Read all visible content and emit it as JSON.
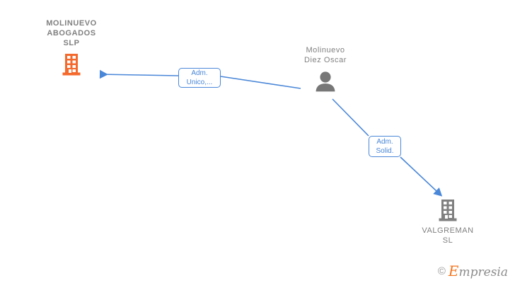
{
  "diagram": {
    "type": "corporate-relationship-graph",
    "background_color": "#ffffff",
    "nodes": [
      {
        "id": "molinuevo",
        "kind": "company",
        "label": "MOLINUEVO\nABOGADOS\nSLP",
        "icon": "building-icon",
        "color": "#f4692c",
        "label_color": "#808080",
        "label_bold": true
      },
      {
        "id": "person",
        "kind": "person",
        "label": "Molinuevo\nDiez Oscar",
        "icon": "person-icon",
        "color": "#777777",
        "label_color": "#808080",
        "label_bold": false
      },
      {
        "id": "valgreman",
        "kind": "company",
        "label": "VALGREMAN\nSL",
        "icon": "building-icon",
        "color": "#808080",
        "label_color": "#808080",
        "label_bold": false
      }
    ],
    "edges": [
      {
        "id": "unico",
        "from": "person",
        "to": "molinuevo",
        "label": "Adm.\nUnico,...",
        "color": "#4a87d8"
      },
      {
        "id": "solid",
        "from": "person",
        "to": "valgreman",
        "label": "Adm.\nSolid.",
        "color": "#4a87d8"
      }
    ]
  },
  "watermark": {
    "copyright_symbol": "©",
    "brand_initial": "E",
    "brand_rest": "mpresia",
    "brand_color": "#f4761f"
  }
}
